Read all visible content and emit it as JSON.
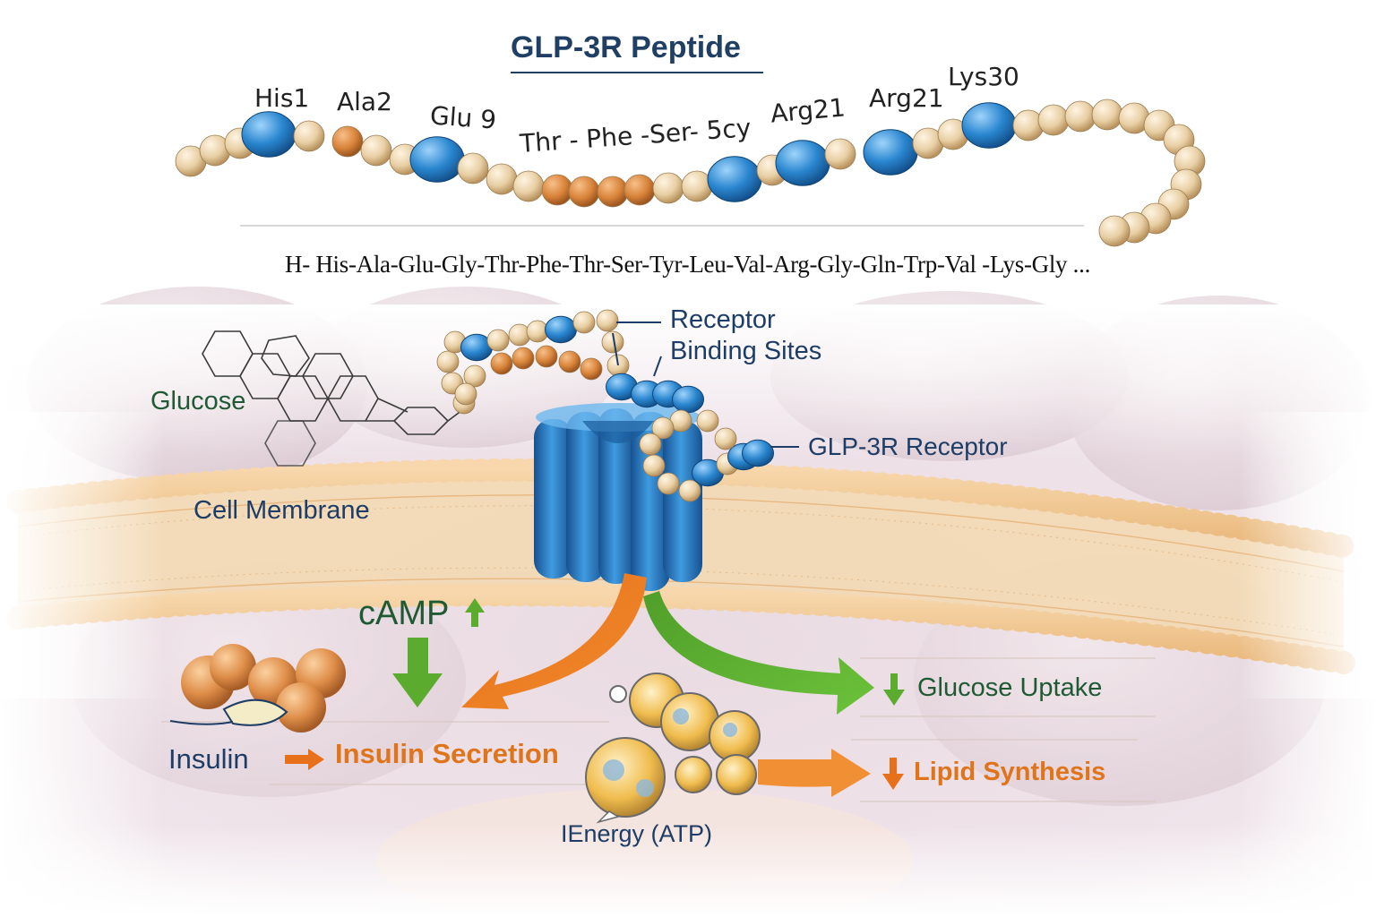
{
  "title": "GLP-3R Peptide",
  "peptide": {
    "residue_labels": [
      "His1",
      "Ala2",
      "Glu 9",
      "Thr - Phe -Ser- 5cy",
      "Arg21",
      "Arg21",
      "Lys30"
    ],
    "sequence": "H- His-Ala-Glu-Gly-Thr-Phe-Thr-Ser-Tyr-Leu-Val-Arg-Gly-Gln-Trp-Val -Lys-Gly ..."
  },
  "labels": {
    "receptor_binding_line1": "Receptor",
    "receptor_binding_line2": "Binding Sites",
    "glucose": "Glucose",
    "glp_receptor": "GLP-3R Receptor",
    "cell_membrane": "Cell Membrane",
    "camp": "cAMP",
    "insulin": "Insulin",
    "insulin_secretion": "Insulin Secretion",
    "glucose_uptake": "Glucose Uptake",
    "lipid_synthesis": "Lipid Synthesis",
    "energy": "IEnergy (ATP)"
  },
  "colors": {
    "navy": "#1e3d66",
    "green_text": "#1f5a34",
    "orange": "#e0741b",
    "arrow_green": "#5aab2e",
    "bead_tan": "#e8cfa4",
    "bead_orange": "#d9843a",
    "bead_blue": "#2a86cf",
    "receptor_blue": "#2f7fc7",
    "membrane": "#f1c48c"
  }
}
